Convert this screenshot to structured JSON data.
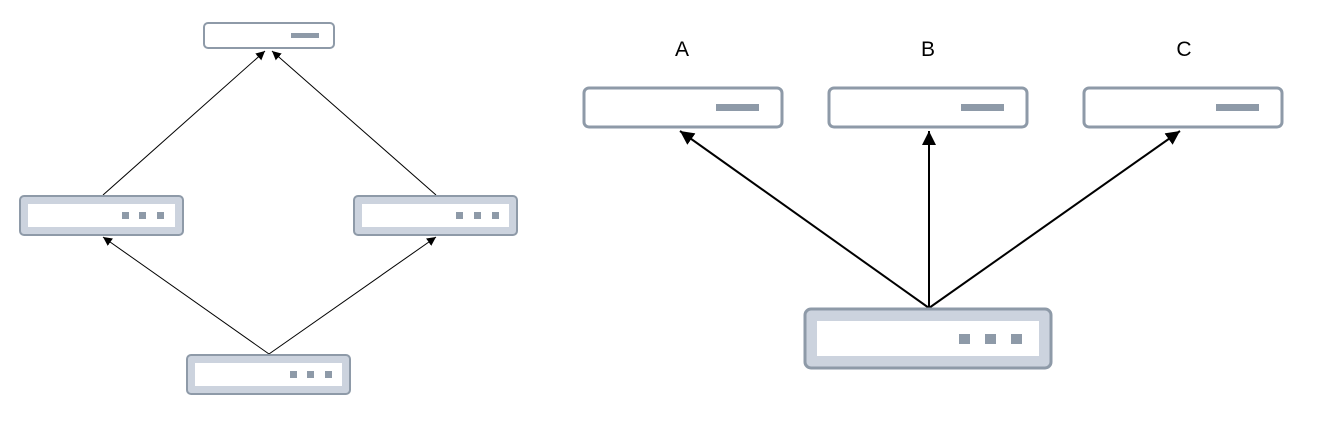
{
  "colors": {
    "device_border": "#8e9aa8",
    "device_fill": "#ccd3de",
    "device_panel": "#ffffff",
    "device_indicator": "#8e9aa8",
    "arrow": "#000000",
    "background": "#ffffff"
  },
  "left_diagram": {
    "nodes": [
      {
        "id": "left-top-device",
        "icon": "server-slot-icon"
      },
      {
        "id": "left-mid-left-device",
        "icon": "multi-port-device-icon"
      },
      {
        "id": "left-mid-right-device",
        "icon": "multi-port-device-icon"
      },
      {
        "id": "left-bottom-device",
        "icon": "multi-port-device-icon"
      }
    ],
    "edges": [
      {
        "from": "left-mid-left-device",
        "to": "left-top-device"
      },
      {
        "from": "left-mid-right-device",
        "to": "left-top-device"
      },
      {
        "from": "left-bottom-device",
        "to": "left-mid-left-device"
      },
      {
        "from": "left-bottom-device",
        "to": "left-mid-right-device"
      }
    ]
  },
  "right_diagram": {
    "nodes": [
      {
        "id": "right-device-a",
        "label": "A",
        "icon": "server-slot-icon"
      },
      {
        "id": "right-device-b",
        "label": "B",
        "icon": "server-slot-icon"
      },
      {
        "id": "right-device-c",
        "label": "C",
        "icon": "server-slot-icon"
      },
      {
        "id": "right-source-device",
        "icon": "multi-port-device-icon"
      }
    ],
    "edges": [
      {
        "from": "right-source-device",
        "to": "right-device-a"
      },
      {
        "from": "right-source-device",
        "to": "right-device-b"
      },
      {
        "from": "right-source-device",
        "to": "right-device-c"
      }
    ]
  }
}
